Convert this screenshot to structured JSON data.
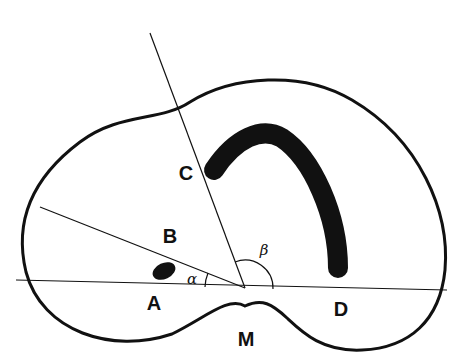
{
  "diagram": {
    "labels": [
      "A",
      "B",
      "C",
      "D",
      "M",
      "α",
      "β"
    ]
  }
}
